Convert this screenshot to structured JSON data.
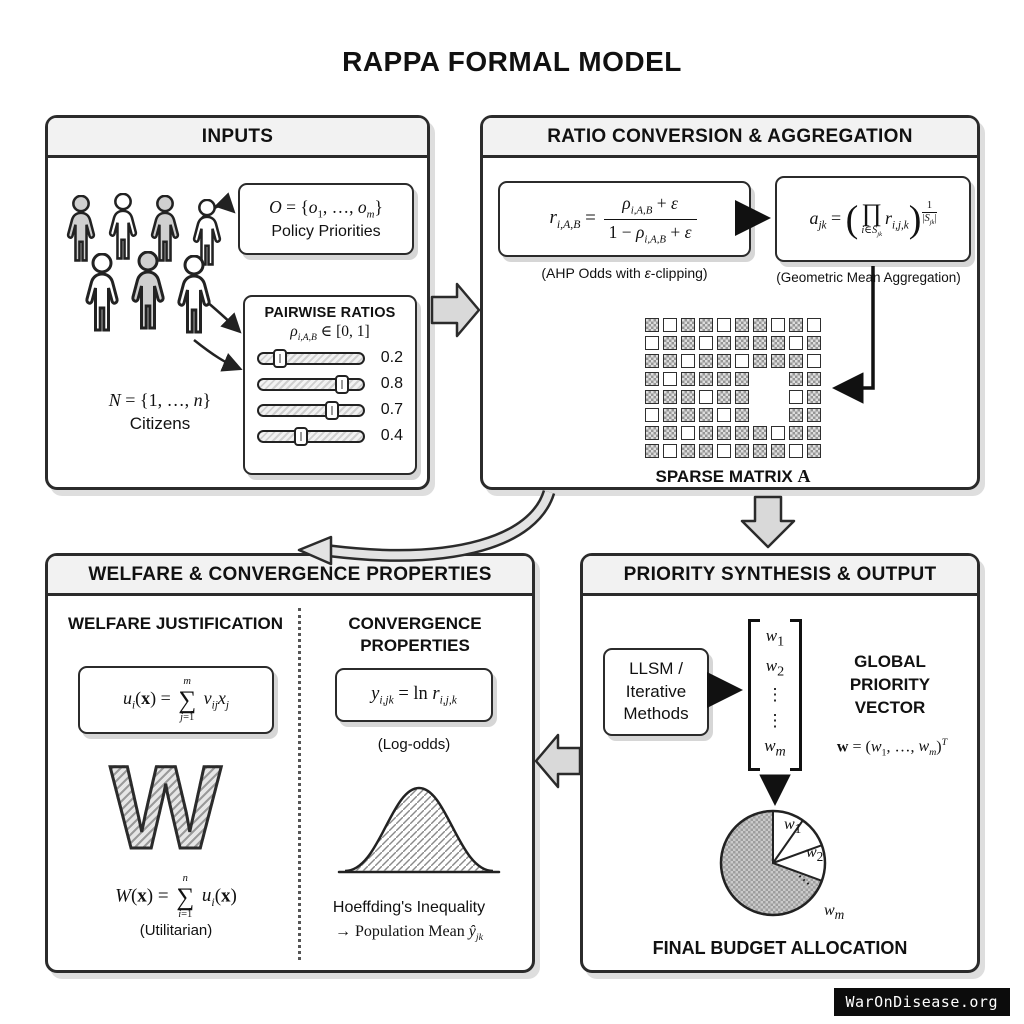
{
  "title": "RAPPA FORMAL MODEL",
  "watermark": "WarOnDisease.org",
  "panels": {
    "inputs": {
      "header": "INPUTS",
      "policy_box": {
        "formula": "<i>O</i> = {<i>o</i><sub>1</sub>, …, <i>o<sub>m</sub></i>}",
        "label": "Policy Priorities"
      },
      "citizens": {
        "formula": "<i>N</i> = {1, …, <i>n</i>}",
        "label": "Citizens"
      },
      "pairwise": {
        "title": "PAIRWISE RATIOS",
        "formula": "<i>ρ<sub>i,A,B</sub></i> ∈ [0, 1]",
        "sliders": [
          {
            "label": "0.2",
            "position_pct": 20
          },
          {
            "label": "0.8",
            "position_pct": 80
          },
          {
            "label": "0.7",
            "position_pct": 70
          },
          {
            "label": "0.4",
            "position_pct": 40
          }
        ]
      }
    },
    "ratio": {
      "header": "RATIO CONVERSION & AGGREGATION",
      "odds_box": {
        "formula": "<i>r<sub>i,A,B</sub></i> = <span class='frac'><span class='num'><i>ρ<sub>i,A,B</sub></i> + <i>ε</i></span><span class='den'>1 − <i>ρ<sub>i,A,B</sub></i> + <i>ε</i></span></span>",
        "caption": "(AHP Odds with <i>ε</i>-clipping)"
      },
      "aggregation_box": {
        "formula": "<i>a<sub>jk</sub></i> = <span class='bigparen'>(</span><span class='bigop'><span class='sym'>∏</span><span class='lim'><i>i</i>∈<i>S<sub>jk</sub></i></span></span><i>r<sub>i,j,k</sub></i><span class='bigparen'>)</span><span class='sfrac'><span>1</span><span class='bar'>|<i>S<sub>jk</sub></i>|</span></span>",
        "caption": "(Geometric Mean Aggregation)"
      },
      "matrix_label": "SPARSE MATRIX <b>A</b>",
      "matrix_pattern": [
        "2122122121",
        "1221222212",
        "2212212221",
        "2122220022",
        "2221220012",
        "1222120022",
        "2212222122",
        "2122122212"
      ]
    },
    "welfare": {
      "header": "WELFARE & CONVERGENCE PROPERTIES",
      "welfare_col": {
        "title": "WELFARE JUSTIFICATION",
        "utility_formula": "<i>u<sub>i</sub></i>(<b>x</b>) = <span class='bigop'><span class='lim'><i>m</i></span><span class='sym'>∑</span><span class='lim'><i>j</i>=1</span></span> <i>v<sub>ij</sub>x<sub>j</sub></i>",
        "big_w": "W",
        "sum_formula": "<i>W</i>(<b>x</b>) = <span class='bigop'><span class='lim'><i>n</i></span><span class='sym'>∑</span><span class='lim'><i>i</i>=1</span></span> <i>u<sub>i</sub></i>(<b>x</b>)",
        "caption": "(Utilitarian)"
      },
      "convergence_col": {
        "title": "CONVERGENCE PROPERTIES",
        "log_odds_formula": "<i>y<sub>i,jk</sub></i> = ln <i>r<sub>i,j,k</sub></i>",
        "caption": "(Log-odds)",
        "hoeffding_line1": "Hoeffding's Inequality",
        "hoeffding_line2": "→ Population Mean <i>ŷ<sub>jk</sub></i>"
      }
    },
    "priority": {
      "header": "PRIORITY SYNTHESIS & OUTPUT",
      "method_box": "LLSM /<br>Iterative<br>Methods",
      "vector_entries": "<i>w</i><sub>1</sub><br><i>w</i><sub>2</sub><br>⋮<br>⋮<br><i>w<sub>m</sub></i>",
      "global_vector": {
        "title": "GLOBAL PRIORITY VECTOR",
        "formula": "<b>w</b> = (<i>w</i><sub>1</sub>, …, <i>w<sub>m</sub></i>)<sup><i>T</i></sup>"
      },
      "pie_labels": {
        "w1": "<i>w</i><sub>1</sub>",
        "w2": "<i>w</i><sub>2</sub>",
        "dots": "⋯",
        "wm": "<i>w<sub>m</sub></i>"
      },
      "footer": "FINAL BUDGET ALLOCATION"
    }
  }
}
